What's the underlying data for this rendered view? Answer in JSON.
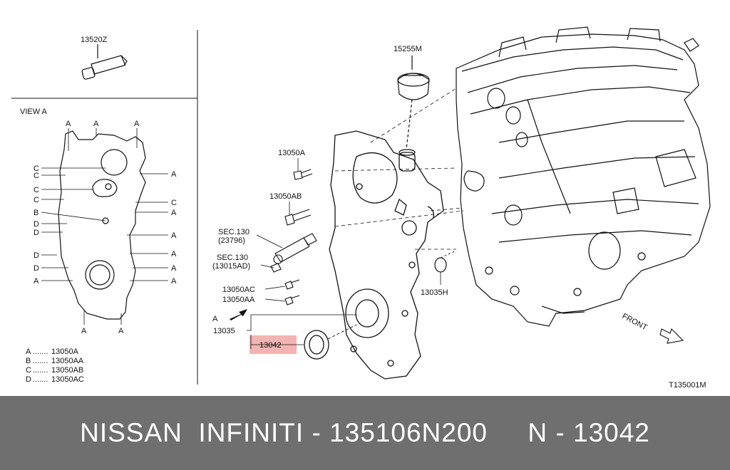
{
  "parts": {
    "sealant": "13520Z",
    "cap": "15255M",
    "bolt_a": "13050A",
    "bolt_ab": "13050AB",
    "sec1_title": "SEC.130",
    "sec1_sub": "(23796)",
    "sec2_title": "SEC.130",
    "sec2_sub": "(13015AD)",
    "bolt_ac": "13050AC",
    "bolt_aa": "13050AA",
    "cover": "13035",
    "seal": "13042",
    "oring": "13035H"
  },
  "view": {
    "title": "VIEW A",
    "letters_left": [
      "C",
      "C",
      "C",
      "B",
      "D",
      "D",
      "D",
      "D",
      "A"
    ],
    "letters_right": [
      "A",
      "C",
      "A",
      "A",
      "A",
      "A",
      "A"
    ],
    "letters_top": [
      "A",
      "A",
      "A"
    ],
    "letters_bottom": [
      "A",
      "A"
    ],
    "legend": [
      {
        "key": "A",
        "dots": ".......",
        "part": "13050A"
      },
      {
        "key": "B",
        "dots": ".......",
        "part": "13050AA"
      },
      {
        "key": "C",
        "dots": ".......",
        "part": "13050AB"
      },
      {
        "key": "D",
        "dots": ".......",
        "part": "13050AC"
      }
    ]
  },
  "arrow_label": "A",
  "front_label": "FRONT",
  "diagram_id": "T135001M",
  "footer": "NISSAN  INFINITI - 135106N200     N - 13042",
  "colors": {
    "highlight": "#f4b3b3",
    "footer_bg": "#6f6f6f",
    "line": "#111111"
  }
}
